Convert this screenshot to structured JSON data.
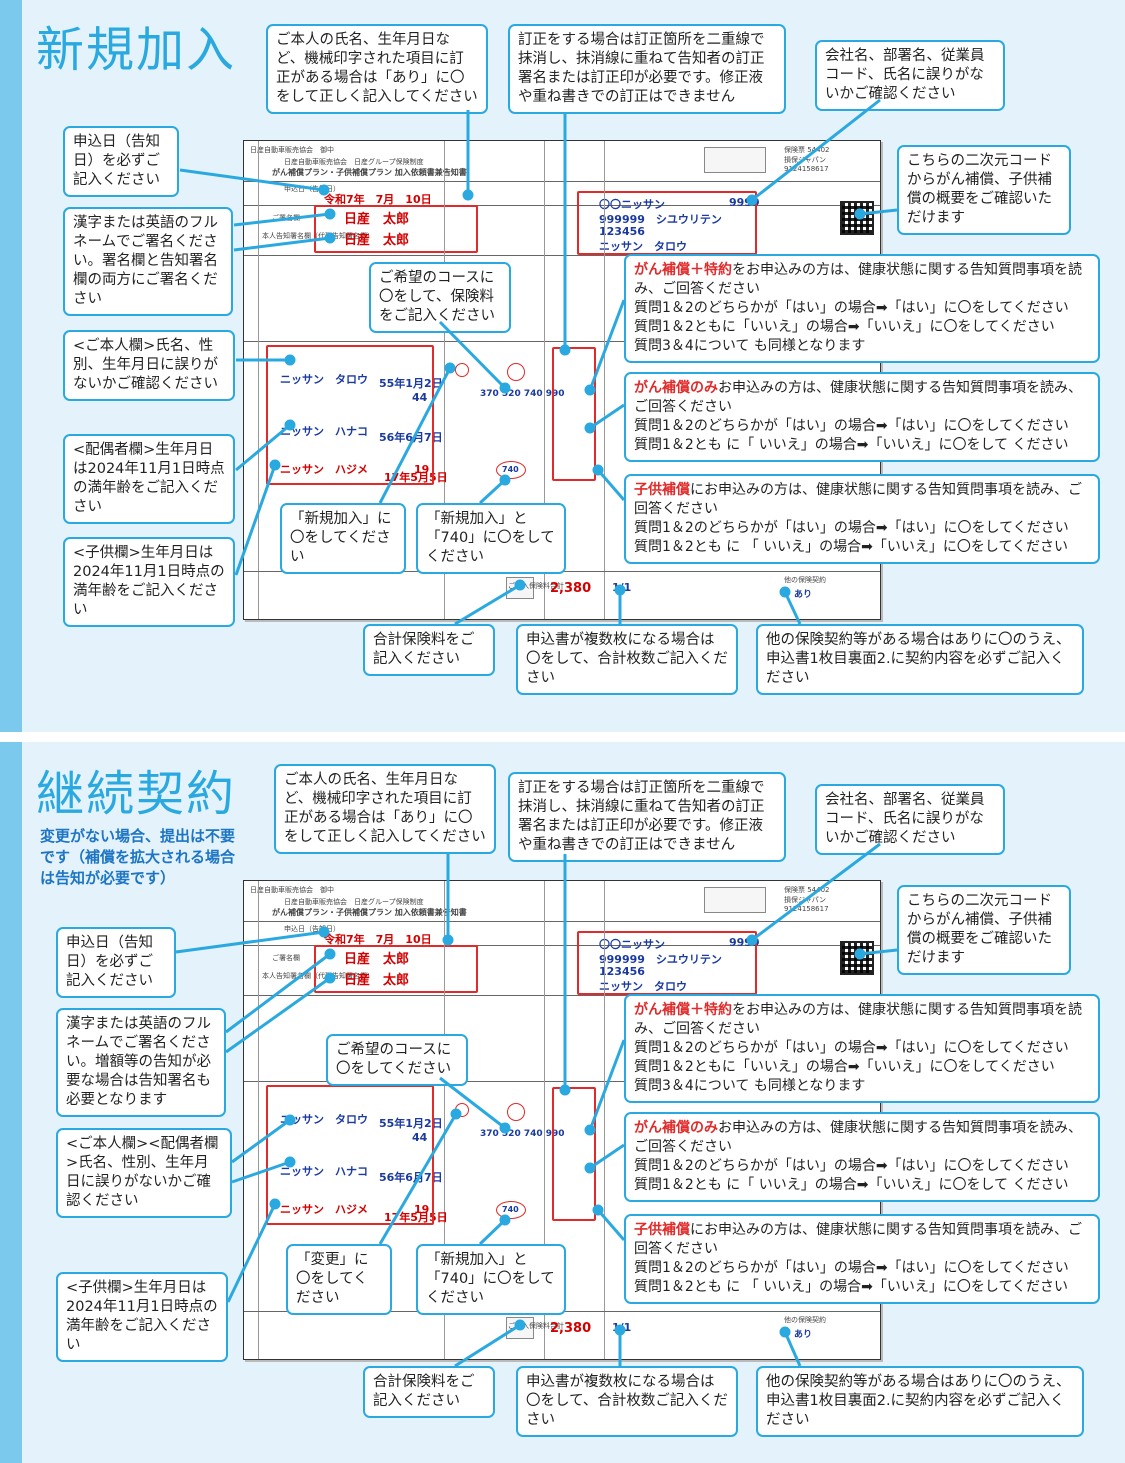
{
  "colors": {
    "accent": "#2aa9e0",
    "bar": "#7cc9ee",
    "background": "#e3f2fb",
    "highlight": "#e12a2a"
  },
  "form": {
    "header_small": "日産自動車販売協会　御中",
    "header_title_1": "日産自動車販売協会　日産グループ保険制度",
    "header_title_2": "がん補償プラン・子供補償プラン 加入依頼書兼告知書",
    "form_number": "保険票 54402",
    "insurer": "損保ジャパン",
    "code_line": "9124158617",
    "date_value": "令和7年　7月　10日",
    "date_label": "申込日（告知日）",
    "signature_label": "ご署名欄",
    "proxy_label": "本人告知署名欄（代理告知署名欄）",
    "signature_name_1": "日産　太郎",
    "signature_name_2": "日産　太郎",
    "company_name": "〇〇ニッサン",
    "company_code": "9999",
    "employee_code": "999999　シユウリテン",
    "employee_number": "123456",
    "employee_kana": "ニッサン　タロウ",
    "person_1": "ニッサン　タロウ",
    "person_2": "ニッサン　ハナコ",
    "person_3": "ニッサン　ハジメ",
    "birth_1": "55年1月2日",
    "birth_2": "56年6月7日",
    "birth_3": "17年5月5日",
    "age_1": "44",
    "age_2": "19",
    "course_numbers": "370 520 740 990",
    "course_740": "740",
    "total_premium": "2,380",
    "sheet_count": "1/1",
    "total_label": "ご加入保険料合計",
    "other_label": "他の保険契約",
    "other_value": "あり"
  },
  "panel1": {
    "title": "新規加入",
    "callouts": {
      "name_check": "ご本人の氏名、生年月日など、機械印字された項目に訂正がある場合は「あり」に〇をして正しく記入してください",
      "correction": "訂正をする場合は訂正箇所を二重線で抹消し、抹消線に重ねて告知者の訂正署名または訂正印が必要です。修正液や重ね書きでの訂正はできません",
      "company_check": "会社名、部署名、従業員コード、氏名に誤りがないかご確認ください",
      "date": "申込日（告知日）を必ずご記入ください",
      "qr": "こちらの二次元コードからがん補償、子供補償の概要をご確認いただけます",
      "signature": "漢字または英語のフルネームでご署名ください。署名欄と告知署名欄の両方にご署名ください",
      "course": "ご希望のコースに〇をして、保険料をご記入ください",
      "self": "<ご本人欄>氏名、性別、生年月日に誤りがないかご確認ください",
      "spouse": "<配偶者欄>生年月日は2024年11月1日時点の満年齢をご記入ください",
      "child": "<子供欄>生年月日は2024年11月1日時点の満年齢をご記入ください",
      "new_circle": "「新規加入」に〇をしてください",
      "new_740": "「新規加入」と「740」に〇をしてください",
      "total": "合計保険料をご記入ください",
      "multi": "申込書が複数枚になる場合は〇をして、合計枚数ご記入ください",
      "other": "他の保険契約等がある場合はありに〇のうえ、申込書1枚目裏面2.に契約内容を必ずご記入ください"
    }
  },
  "panel2": {
    "title": "継続契約",
    "subtitle": "変更がない場合、提出は不要です（補償を拡大される場合は告知が必要です）",
    "callouts": {
      "name_check": "ご本人の氏名、生年月日など、機械印字された項目に訂正がある場合は「あり」に〇をして正しく記入してください",
      "correction": "訂正をする場合は訂正箇所を二重線で抹消し、抹消線に重ねて告知者の訂正署名または訂正印が必要です。修正液や重ね書きでの訂正はできません",
      "company_check": "会社名、部署名、従業員コード、氏名に誤りがないかご確認ください",
      "date": "申込日（告知日）を必ずご記入ください",
      "qr": "こちらの二次元コードからがん補償、子供補償の概要をご確認いただけます",
      "signature": "漢字または英語のフルネームでご署名ください。増額等の告知が必要な場合は告知署名も必要となります",
      "course": "ご希望のコースに〇をしてください",
      "self_spouse": "<ご本人欄><配偶者欄>氏名、性別、生年月日に誤りがないかご確認ください",
      "child": "<子供欄>生年月日は2024年11月1日時点の満年齢をご記入ください",
      "change_circle": "「変更」に〇をしてください",
      "new_740": "「新規加入」と「740」に〇をしてください",
      "total": "合計保険料をご記入ください",
      "multi": "申込書が複数枚になる場合は〇をして、合計枚数ご記入ください",
      "other": "他の保険契約等がある場合はありに〇のうえ、申込書1枚目裏面2.に契約内容を必ずご記入ください"
    }
  },
  "health": {
    "cancer_plus_red": "がん補償＋特約",
    "cancer_plus_rest": "をお申込みの方は、健康状態に関する告知質問事項を読み、ご回答ください",
    "cancer_plus_q1": "質問1＆2のどちらかが「はい」の場合➡「はい」に〇をしてください",
    "cancer_plus_q2": "質問1＆2ともに「いいえ」の場合➡「いいえ」に〇をしてください",
    "cancer_plus_q3": "質問3＆4について も同様となります",
    "cancer_only_red": "がん補償のみ",
    "cancer_only_rest": "お申込みの方は、健康状態に関する告知質問事項を読み、ご回答ください",
    "cancer_only_q1": "質問1＆2のどちらかが「はい」の場合➡「はい」に〇をしてください",
    "cancer_only_q2": "質問1＆2とも に「 いいえ」の場合➡「いいえ」に〇をして ください",
    "child_red": "子供補償",
    "child_rest": "にお申込みの方は、健康状態に関する告知質問事項を読み、ご回答ください",
    "child_q1": "質問1＆2のどちらかが「はい」の場合➡「はい」に〇をしてください",
    "child_q2": "質問1＆2とも に 「 いいえ」の場合➡「いいえ」に〇をしてください"
  }
}
